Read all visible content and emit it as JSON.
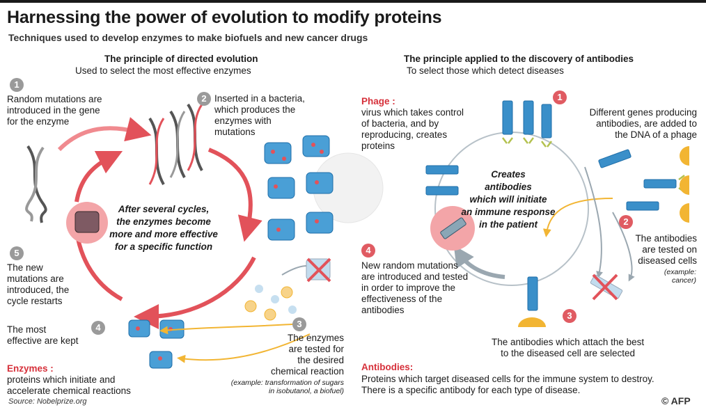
{
  "title": "Harnessing the power of evolution to modify proteins",
  "subtitle": "Techniques used to develop enzymes to make biofuels and new cancer drugs",
  "left": {
    "heading": "The principle of directed evolution",
    "subheading": "Used to select the most effective enzymes",
    "step1": {
      "num": "1",
      "lines": [
        "Random mutations are",
        "introduced in the gene",
        "for the enzyme"
      ]
    },
    "step2": {
      "num": "2",
      "lines": [
        "Inserted in a bacteria,",
        "which produces the",
        "enzymes with",
        "mutations"
      ]
    },
    "center": [
      "After several cycles,",
      "the enzymes become",
      "more and more effective",
      "for a specific function"
    ],
    "step5": {
      "num": "5",
      "lines": [
        "The new",
        "mutations are",
        "introduced, the",
        "cycle restarts"
      ]
    },
    "step4": {
      "num": "4",
      "lines": [
        "The most",
        "effective are kept"
      ]
    },
    "step3": {
      "num": "3",
      "lines": [
        "The  enzymes",
        "are tested for",
        "the desired",
        "chemical reaction"
      ]
    },
    "example": [
      "(example: transformation of sugars",
      "in isobutanol, a biofuel)"
    ],
    "def_label": "Enzymes :",
    "def_text": [
      "proteins which initiate and",
      "accelerate chemical reactions"
    ]
  },
  "right": {
    "heading": "The principle applied to the discovery of antibodies",
    "subheading": "To select those which detect diseases",
    "phage_label": "Phage :",
    "phage_text": [
      "virus which takes control",
      "of bacteria, and by",
      "reproducing, creates",
      "proteins"
    ],
    "step1": {
      "num": "1",
      "lines": [
        "Different genes producing",
        "antibodies, are added to",
        "the DNA of a phage"
      ]
    },
    "center": [
      "Creates",
      "antibodies",
      "which will initiate",
      "an immune response",
      "in the patient"
    ],
    "step2": {
      "num": "2",
      "lines": [
        "The antibodies",
        "are tested on",
        "diseased cells"
      ]
    },
    "example": [
      "(example:",
      "cancer)"
    ],
    "step4": {
      "num": "4",
      "lines": [
        "New random mutations",
        "are introduced and tested",
        "in order to improve the",
        "effectiveness of the",
        "antibodies"
      ]
    },
    "step3": {
      "num": "3",
      "lines": [
        "The antibodies which attach the best",
        "to the diseased cell are selected"
      ]
    },
    "def_label": "Antibodies:",
    "def_text": [
      "Proteins which target diseased cells for the immune system to destroy.",
      "There is a specific antibody for each type of disease."
    ]
  },
  "source": "Source: Nobelprize.org",
  "credit": "© AFP",
  "colors": {
    "accent_red": "#e2525a",
    "protein_blue": "#3a8fc9",
    "grey_arrow": "#9aa7b0",
    "yellow": "#f2b533"
  }
}
